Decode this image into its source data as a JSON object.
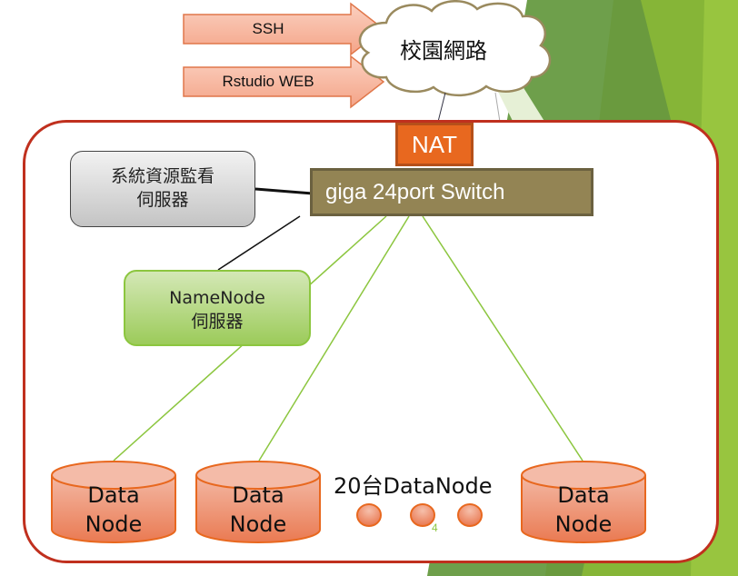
{
  "colors": {
    "frame_border": "#c0301e",
    "nat_fill": "#e8681f",
    "switch_fill": "#938454",
    "namenode_fill": "#9ccb5a",
    "datanode_fill": "#ee8a68",
    "link_green": "#8cc63f",
    "arrow_fill": "#f9b9a3"
  },
  "inputs": [
    {
      "label": "SSH"
    },
    {
      "label": "Rstudio WEB"
    }
  ],
  "cloud": {
    "label": "校園網路"
  },
  "nat": {
    "label": "NAT"
  },
  "switch": {
    "label": "giga 24port Switch"
  },
  "monitor_server": {
    "line1": "系統資源監看",
    "line2": "伺服器"
  },
  "namenode": {
    "line1": "NameNode",
    "line2": "伺服器"
  },
  "datanodes": [
    {
      "line1": "Data",
      "line2": "Node"
    },
    {
      "line1": "Data",
      "line2": "Node"
    },
    {
      "line1": "Data",
      "line2": "Node"
    }
  ],
  "datanode_count_label": "20台DataNode",
  "page_number": "4"
}
